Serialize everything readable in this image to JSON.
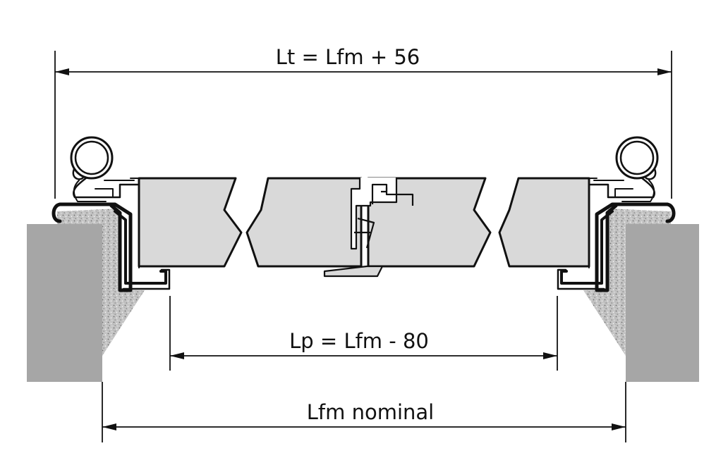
{
  "dimensions": {
    "total": "Lt = Lfm + 56",
    "panel": "Lp = Lfm - 80",
    "nominal": "Lfm nominal"
  },
  "colors": {
    "wall": "#a6a6a6",
    "panel": "#d9d9d9",
    "insulation": "#bdbdbd",
    "line": "#111111"
  }
}
